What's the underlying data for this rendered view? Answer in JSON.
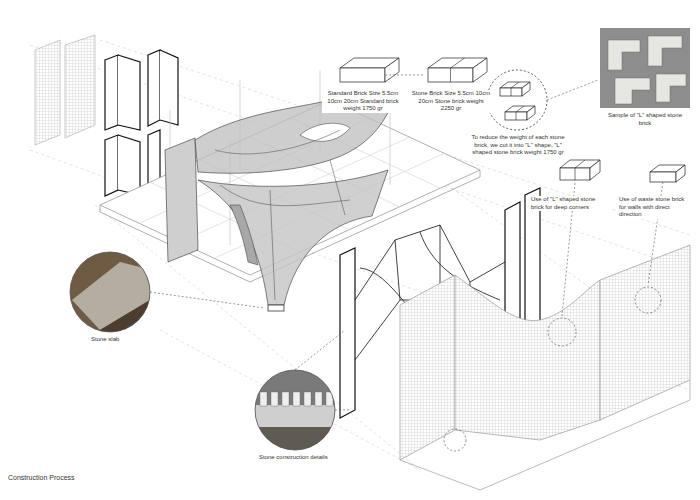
{
  "diagram": {
    "caption": "Construction Process",
    "labels": [
      "Standard Brick Size 5.5cm 10cm 20cm Standard brick weight 1750 gr",
      "Stone Brick Size 5.5cm 10cm 20cm Stone brick weight 2250 gr",
      "To reduce the weight of each stone brick, we cut it into \"L\" shape, \"L\" shaped stone brick weight 1750 gr",
      "Sample of \"L\" shaped stone brick",
      "Use of \"L\" shaped stone brick for deep corners",
      "Use of waste stone brick for walls with direct direction",
      "Stone slab",
      "Stone construction details"
    ]
  }
}
